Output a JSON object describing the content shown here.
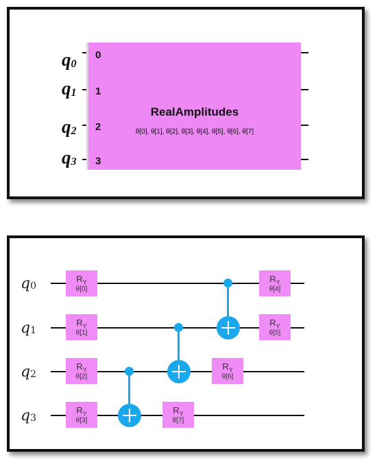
{
  "top": {
    "block_title": "RealAmplitudes",
    "block_params": "θ[0], θ[1], θ[2], θ[3], θ[4], θ[5], θ[6], θ[7]",
    "qubits": [
      {
        "sym": "q",
        "sub": "0",
        "index": "0"
      },
      {
        "sym": "q",
        "sub": "1",
        "index": "1"
      },
      {
        "sym": "q",
        "sub": "2",
        "index": "2"
      },
      {
        "sym": "q",
        "sub": "3",
        "index": "3"
      }
    ]
  },
  "bottom": {
    "qubits": [
      {
        "sym": "q",
        "sub": "0"
      },
      {
        "sym": "q",
        "sub": "1"
      },
      {
        "sym": "q",
        "sub": "2"
      },
      {
        "sym": "q",
        "sub": "3"
      }
    ],
    "gate_name": "R",
    "gate_sub": "Y",
    "gates": [
      {
        "param": "θ[0]"
      },
      {
        "param": "θ[1]"
      },
      {
        "param": "θ[2]"
      },
      {
        "param": "θ[3]"
      },
      {
        "param": "θ[7]"
      },
      {
        "param": "θ[6]"
      },
      {
        "param": "θ[4]"
      },
      {
        "param": "θ[5]"
      }
    ]
  },
  "colors": {
    "block": "#ee88f5",
    "gate": "#f08cf5",
    "cnot": "#1aa7ec",
    "wire": "#111111"
  }
}
